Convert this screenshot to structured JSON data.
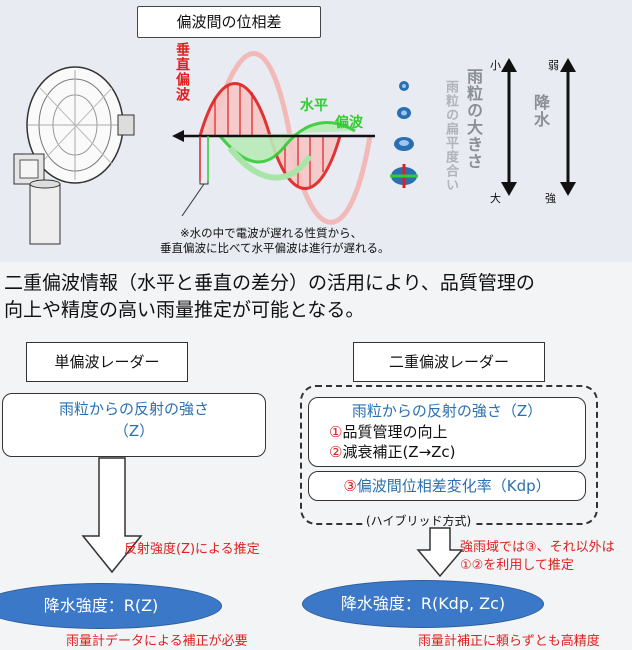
{
  "header": {
    "title": "偏波間の位相差"
  },
  "wave_labels": {
    "vertical": "垂直偏波",
    "horizontal": "水平偏波",
    "horizontal_1": "水平",
    "horizontal_2": "偏波"
  },
  "drop_scale": {
    "size_label": "雨粒の大きさ",
    "flatness_label": "雨粒の扁平度合い",
    "small": "小",
    "large": "大",
    "rain_label": "降水",
    "weak": "弱",
    "strong": "強"
  },
  "note": {
    "line1": "※水の中で電波が遅れる性質から、",
    "line2": "垂直偏波に比べて水平偏波は進行が遅れる。"
  },
  "statement": {
    "line1": "二重偏波情報（水平と垂直の差分）の活用により、品質管理の",
    "line2": "向上や精度の高い雨量推定が可能となる。"
  },
  "single": {
    "title": "単偏波レーダー",
    "box_line1": "雨粒からの反射の強さ",
    "box_line2": "（Z）",
    "arrow_label": "反射強度(Z)による推定",
    "result": "降水強度：R(Z)",
    "footnote": "雨量計データによる補正が必要"
  },
  "dual": {
    "title": "二重偏波レーダー",
    "box_title": "雨粒からの反射の強さ（Z）",
    "item1_num": "①",
    "item1_text": "品質管理の向上",
    "item2_num": "②",
    "item2_text": "減衰補正(Z→Zc)",
    "kdp_num": "③",
    "kdp_text": "偏波間位相差変化率（Kdp）",
    "hybrid": "(ハイブリッド方式)",
    "arrow_label_line1": "強雨域では③、それ以外は",
    "arrow_label_line2": "①②を利用して推定",
    "result": "降水強度：R(Kdp, Zc)",
    "footnote": "雨量計補正に頼らずとも高精度"
  },
  "colors": {
    "vertical_wave": "#e02020",
    "horizontal_wave": "#33cc33",
    "ellipse": "#3b78c7",
    "text_blue": "#2a6fb2",
    "note_red": "#e02020"
  }
}
